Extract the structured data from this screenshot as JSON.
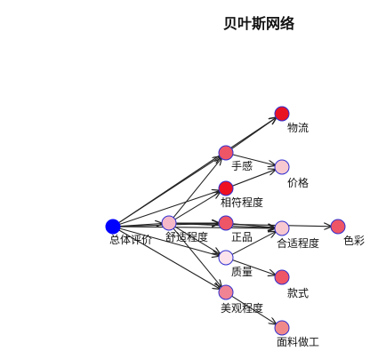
{
  "title": "贝叶斯网络",
  "colors": {
    "node_stroke": "#3030d0",
    "edge": "#222222",
    "root": "#0000ff"
  },
  "nodes": [
    {
      "id": "root",
      "label": "总体评价",
      "fill": "#0000ff"
    },
    {
      "id": "comfort",
      "label": "舒适程度",
      "fill": "#f4b8c8"
    },
    {
      "id": "feel",
      "label": "手感",
      "fill": "#ee5566"
    },
    {
      "id": "match",
      "label": "相符程度",
      "fill": "#ee1122"
    },
    {
      "id": "genuine",
      "label": "正品",
      "fill": "#ee5566"
    },
    {
      "id": "quality",
      "label": "质量",
      "fill": "#fde4ec"
    },
    {
      "id": "appearance",
      "label": "美观程度",
      "fill": "#f08494"
    },
    {
      "id": "logistics",
      "label": "物流",
      "fill": "#e81222"
    },
    {
      "id": "price",
      "label": "价格",
      "fill": "#f8c8d0"
    },
    {
      "id": "fit",
      "label": "合适程度",
      "fill": "#f8c8d0"
    },
    {
      "id": "style",
      "label": "款式",
      "fill": "#ee5566"
    },
    {
      "id": "material",
      "label": "面料做工",
      "fill": "#f08a8a"
    },
    {
      "id": "color",
      "label": "色彩",
      "fill": "#ee5566"
    }
  ],
  "edges": [
    [
      "root",
      "comfort"
    ],
    [
      "root",
      "feel"
    ],
    [
      "root",
      "match"
    ],
    [
      "root",
      "genuine"
    ],
    [
      "root",
      "quality"
    ],
    [
      "root",
      "appearance"
    ],
    [
      "root",
      "logistics"
    ],
    [
      "root",
      "fit"
    ],
    [
      "comfort",
      "feel"
    ],
    [
      "comfort",
      "match"
    ],
    [
      "comfort",
      "genuine"
    ],
    [
      "comfort",
      "quality"
    ],
    [
      "comfort",
      "appearance"
    ],
    [
      "comfort",
      "fit"
    ],
    [
      "comfort",
      "color"
    ],
    [
      "feel",
      "logistics"
    ],
    [
      "feel",
      "price"
    ],
    [
      "match",
      "price"
    ],
    [
      "genuine",
      "fit"
    ],
    [
      "quality",
      "fit"
    ],
    [
      "quality",
      "style"
    ],
    [
      "appearance",
      "material"
    ]
  ]
}
